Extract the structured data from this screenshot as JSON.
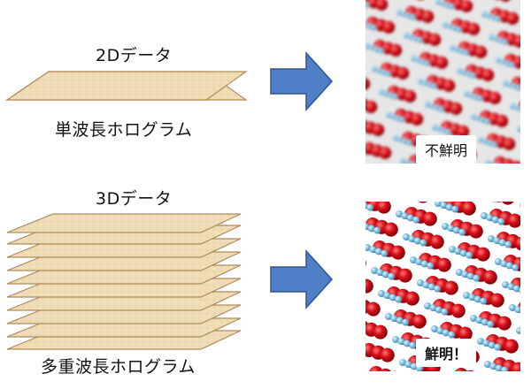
{
  "top_row": {
    "data_label": "2Dデータ",
    "hologram_label": "単波長ホログラム",
    "result_label": "不鮮明"
  },
  "bottom_row": {
    "data_label": "3Dデータ",
    "hologram_label": "多重波長ホログラム",
    "result_label": "鮮明！"
  },
  "colors": {
    "sheet_fill": "#efdcb6",
    "sheet_edge": "#b08a5a",
    "arrow_fill": "#4f7fc7",
    "arrow_edge": "#2f5596",
    "atom_red": "#d8101a",
    "atom_blue": "#7fc0e0"
  }
}
